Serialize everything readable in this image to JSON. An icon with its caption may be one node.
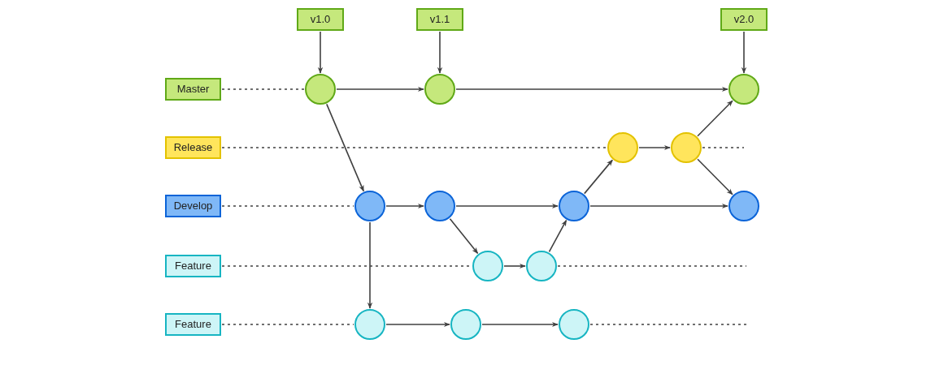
{
  "diagram": {
    "nodes": [
      {
        "text": [
          "v1.0"
        ]
      },
      {
        "text": [
          "v1.1"
        ]
      },
      {
        "text": [
          "v2.0"
        ]
      },
      {
        "text": [
          "Master"
        ]
      },
      {
        "text": [
          "Release"
        ]
      },
      {
        "text": [
          "Develop"
        ]
      },
      {
        "text": [
          "Feature"
        ]
      },
      {
        "text": [
          "Feature"
        ]
      },
      {
        "text": [],
        "shape": "circle"
      },
      {
        "text": [],
        "shape": "circle"
      },
      {
        "text": [],
        "shape": "circle"
      },
      {
        "text": [],
        "shape": "circle"
      },
      {
        "text": [],
        "shape": "circle"
      },
      {
        "text": [],
        "shape": "circle"
      },
      {
        "text": [],
        "shape": "circle"
      },
      {
        "text": [],
        "shape": "circle"
      },
      {
        "text": [],
        "shape": "circle"
      },
      {
        "text": [],
        "shape": "circle"
      },
      {
        "text": [],
        "shape": "circle"
      },
      {
        "text": [],
        "shape": "circle"
      },
      {
        "text": [],
        "shape": "circle"
      },
      {
        "text": [],
        "shape": "circle"
      }
    ],
    "edges": [
      {
        "from": 0,
        "to": 8,
        "arrow": "to"
      },
      {
        "from": 1,
        "to": 9,
        "arrow": "to"
      },
      {
        "from": 2,
        "to": 10,
        "arrow": "to"
      },
      {
        "from": 3,
        "to": 8,
        "arrow": "none",
        "style": "dashed"
      },
      {
        "from": 8,
        "to": 9,
        "arrow": "to"
      },
      {
        "from": 9,
        "to": 10,
        "arrow": "to"
      },
      {
        "from": 4,
        "to": 11,
        "arrow": "none",
        "style": "dashed"
      },
      {
        "from": 12,
        "to": null,
        "arrow": "none",
        "style": "dashed"
      },
      {
        "from": 8,
        "to": 13,
        "arrow": "to"
      },
      {
        "from": 5,
        "to": 13,
        "arrow": "none",
        "style": "dashed"
      },
      {
        "from": 13,
        "to": 14,
        "arrow": "to"
      },
      {
        "from": 14,
        "to": 15,
        "arrow": "to"
      },
      {
        "from": 15,
        "to": 16,
        "arrow": "to"
      },
      {
        "from": 14,
        "to": 17,
        "arrow": "to"
      },
      {
        "from": 17,
        "to": 18,
        "arrow": "to"
      },
      {
        "from": 18,
        "to": 15,
        "arrow": "to"
      },
      {
        "from": 15,
        "to": 11,
        "arrow": "to"
      },
      {
        "from": 11,
        "to": 12,
        "arrow": "to"
      },
      {
        "from": 12,
        "to": 10,
        "arrow": "to"
      },
      {
        "from": 12,
        "to": 16,
        "arrow": "to"
      },
      {
        "from": 6,
        "to": 17,
        "arrow": "none",
        "style": "dashed"
      },
      {
        "from": 18,
        "to": null,
        "arrow": "none",
        "style": "dashed"
      },
      {
        "from": 13,
        "to": 19,
        "arrow": "to"
      },
      {
        "from": 7,
        "to": 19,
        "arrow": "none",
        "style": "dashed"
      },
      {
        "from": 19,
        "to": 20,
        "arrow": "to"
      },
      {
        "from": 20,
        "to": 21,
        "arrow": "to"
      },
      {
        "from": 21,
        "to": null,
        "arrow": "none",
        "style": "dashed"
      }
    ]
  }
}
